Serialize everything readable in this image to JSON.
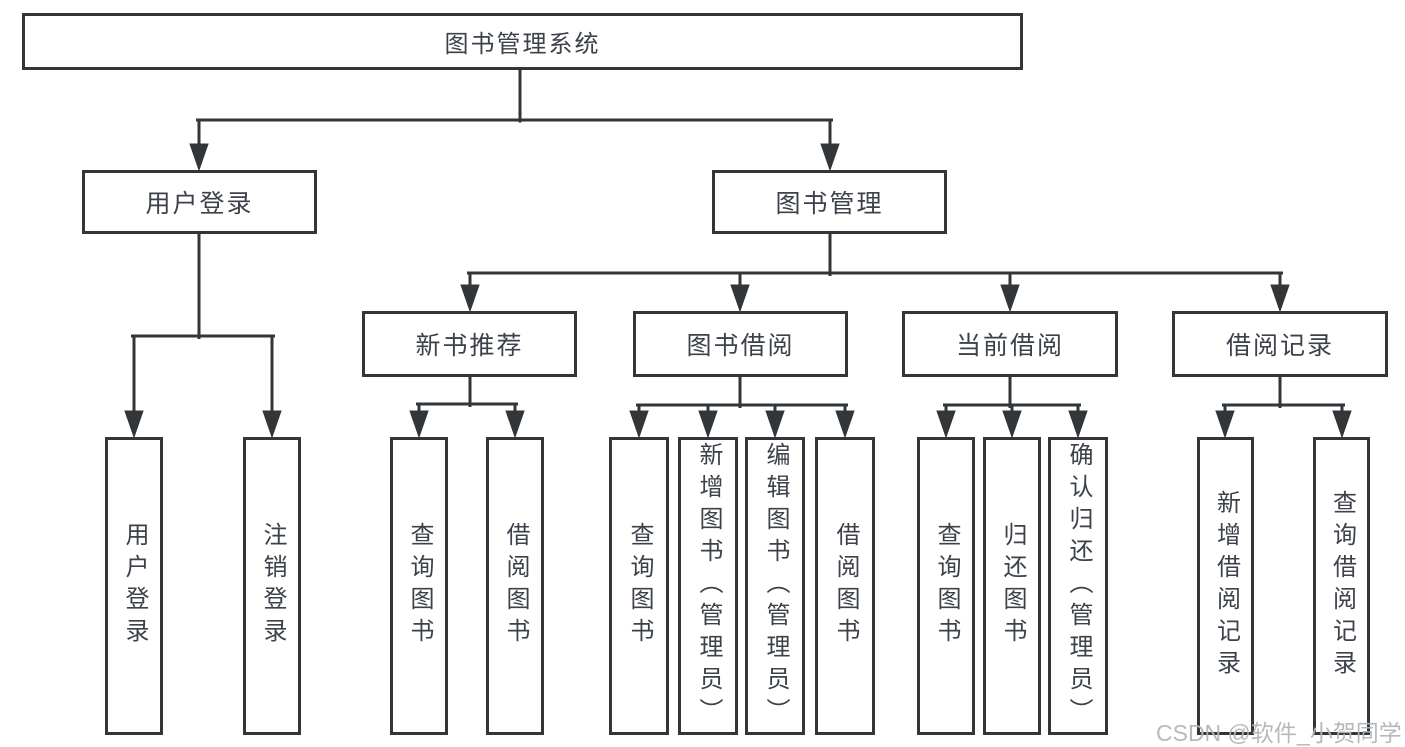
{
  "diagram": {
    "root": "图书管理系统",
    "level2": {
      "user": "用户登录",
      "mgmt": "图书管理"
    },
    "level3": {
      "new_books": "新书推荐",
      "borrowing": "图书借阅",
      "current": "当前借阅",
      "records": "借阅记录"
    },
    "leaves": {
      "user": [
        "用户登录",
        "注销登录"
      ],
      "new_books": [
        "查询图书",
        "借阅图书"
      ],
      "borrowing": [
        "查询图书",
        "新增图书（管理员）",
        "编辑图书（管理员）",
        "借阅图书"
      ],
      "current": [
        "查询图书",
        "归还图书",
        "确认归还（管理员）"
      ],
      "records": [
        "新增借阅记录",
        "查询借阅记录"
      ]
    }
  },
  "watermark": "CSDN @软件_小贺同学",
  "colors": {
    "line": "#333639",
    "text": "#3d424a",
    "watermark": "#b3b6b9",
    "background": "#ffffff"
  }
}
